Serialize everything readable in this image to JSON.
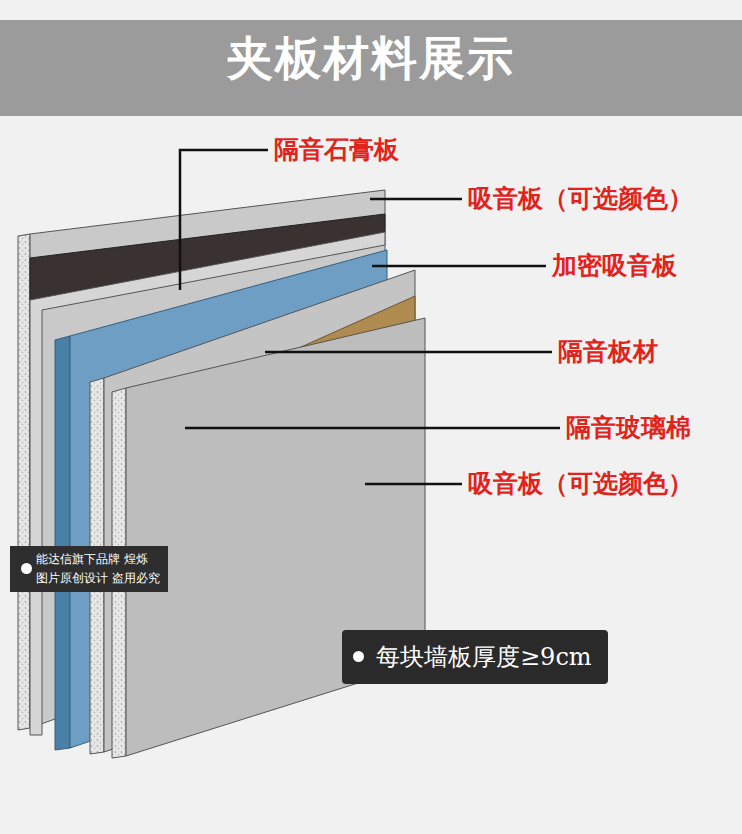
{
  "diagram": {
    "title": "夹板材料展示",
    "nodes": [
      {
        "text": [
          "能达信旗下品牌 煌烁",
          "图片原创设计 盗用必究"
        ]
      },
      {
        "text": [
          "每块墙板厚度≥9cm"
        ]
      }
    ],
    "labels": [
      "隔音石膏板",
      "吸音板（可选颜色）",
      "加密吸音板",
      "隔音板材",
      "隔音玻璃棉",
      "吸音板（可选颜色）"
    ]
  }
}
